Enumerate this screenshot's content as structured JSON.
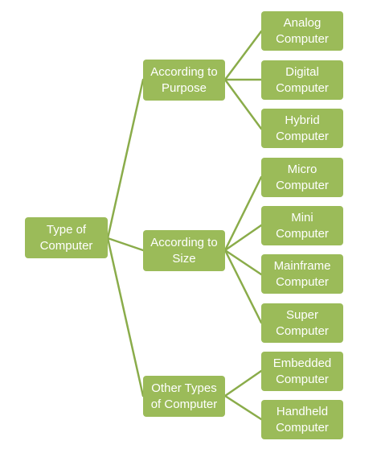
{
  "diagram": {
    "root": {
      "label": "Type of\nComputer"
    },
    "categories": [
      {
        "label": "According to\nPurpose",
        "children": [
          "Analog\nComputer",
          "Digital\nComputer",
          "Hybrid\nComputer"
        ]
      },
      {
        "label": "According to\nSize",
        "children": [
          "Micro\nComputer",
          "Mini\nComputer",
          "Mainframe\nComputer",
          "Super\nComputer"
        ]
      },
      {
        "label": "Other Types\nof Computer",
        "children": [
          "Embedded\nComputer",
          "Handheld\nComputer"
        ]
      }
    ],
    "colors": {
      "node_fill": "#9bbb59",
      "node_text": "#ffffff",
      "connector": "#8aac4a"
    }
  }
}
